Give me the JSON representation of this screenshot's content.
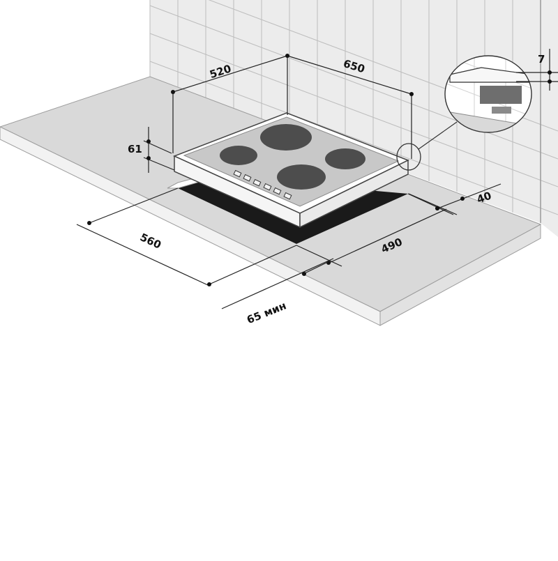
{
  "diagram": {
    "dimensions": {
      "depth_label": "520",
      "width_label": "650",
      "height_label": "61",
      "detail_label": "7",
      "wall_gap_label": "40",
      "cutout_width_label": "560",
      "cutout_depth_label": "490",
      "front_gap_label": "65 мин"
    },
    "colors": {
      "wall": "#ececec",
      "countertop": "#d9d9d9",
      "countertop_edge": "#f2f2f2",
      "hob_surface": "#c8c8c8",
      "burner": "#4d4d4d",
      "cutout": "#1a1a1a"
    }
  }
}
